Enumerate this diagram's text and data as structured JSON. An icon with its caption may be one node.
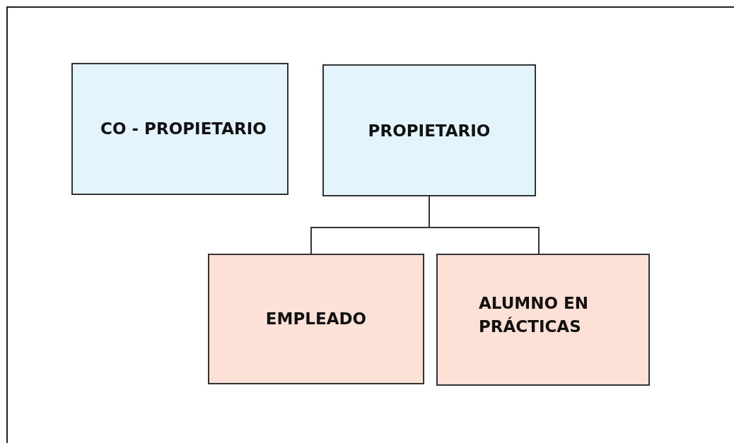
{
  "diagram": {
    "nodes": [
      {
        "text": [
          "CO - PROPIETARIO"
        ]
      },
      {
        "text": [
          "PROPIETARIO"
        ]
      },
      {
        "text": [
          "EMPLEADO"
        ]
      },
      {
        "text": [
          "ALUMNO EN PRÁCTICAS"
        ]
      }
    ],
    "edges": [
      {
        "from": 1,
        "to": 2,
        "arrow": "none"
      },
      {
        "from": 1,
        "to": 3,
        "arrow": "none"
      }
    ]
  }
}
